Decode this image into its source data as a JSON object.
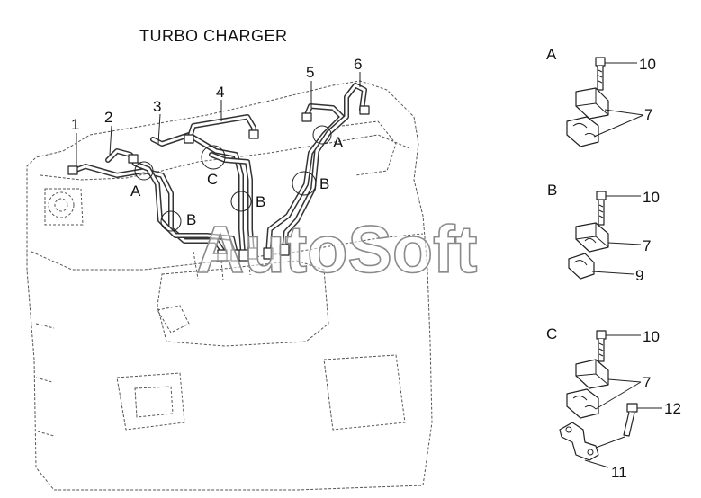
{
  "title": "TURBO CHARGER",
  "watermark": "AutoSoft",
  "callouts": {
    "n1": "1",
    "n2": "2",
    "n3": "3",
    "n4": "4",
    "n5": "5",
    "n6": "6"
  },
  "clamp_markers": {
    "a1": "A",
    "a2": "A",
    "b1": "B",
    "b2": "B",
    "b3": "B",
    "c1": "C"
  },
  "detail_A": {
    "heading": "A",
    "bolt": "10",
    "clamp": "7"
  },
  "detail_B": {
    "heading": "B",
    "bolt": "10",
    "clamp": "7",
    "lower": "9"
  },
  "detail_C": {
    "heading": "C",
    "bolt": "10",
    "clamp": "7",
    "bolt2": "12",
    "bracket": "11"
  }
}
